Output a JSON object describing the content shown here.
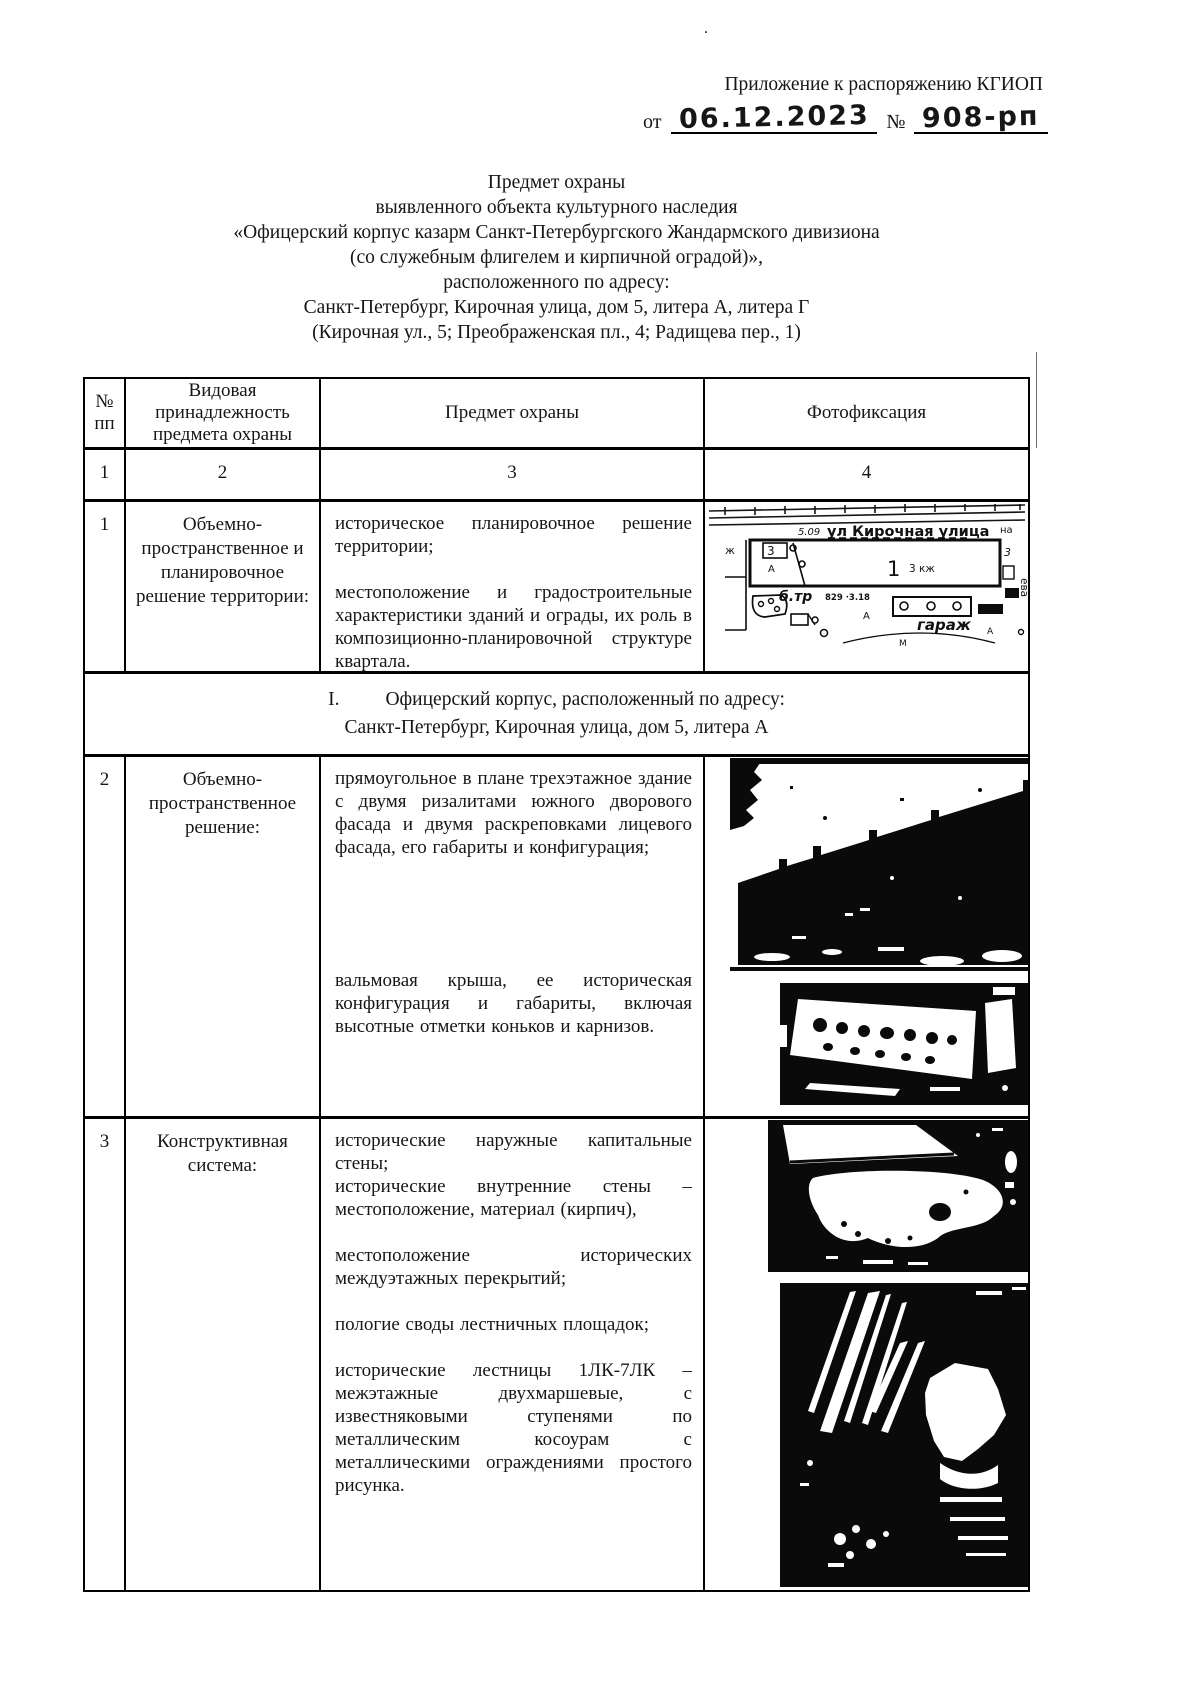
{
  "doc": {
    "appendix_line": "Приложение к распоряжению КГИОП",
    "date_prefix": "от",
    "date_value": "06.12.2023",
    "number_sign": "№",
    "number_value": "908-рп",
    "stray_dot": "."
  },
  "title": {
    "lines": [
      "Предмет охраны",
      "выявленного объекта культурного наследия",
      "«Офицерский корпус казарм Санкт-Петербургского Жандармского дивизиона",
      "(со служебным флигелем и кирпичной оградой)»,",
      "расположенного по адресу:",
      "Санкт-Петербург, Кирочная улица, дом 5, литера А, литера Г",
      "(Кирочная ул., 5; Преображенская пл., 4; Радищева пер., 1)"
    ]
  },
  "table": {
    "header": {
      "col_no": "№\nпп",
      "col_type": "Видовая принадлежность предмета охраны",
      "col_subject": "Предмет охраны",
      "col_photo": "Фотофиксация"
    },
    "numbers": [
      "1",
      "2",
      "3",
      "4"
    ],
    "section": {
      "roman": "I.",
      "line1": "Офицерский корпус, расположенный по адресу:",
      "line2": "Санкт-Петербург, Кирочная улица, дом 5, литера А"
    },
    "rows": [
      {
        "num": "1",
        "type": "Объемно-пространственное и планировочное решение территории:",
        "paragraphs": [
          "историческое планировочное решение территории;",
          "местоположение и градостроительные характеристики зданий и ограды, их роль в композиционно-планировочной структуре квартала."
        ]
      },
      {
        "num": "2",
        "type": "Объемно-пространственное решение:",
        "paragraphs": [
          "прямоугольное в плане трехэтажное здание с двумя ризалитами южного дворового фасада и двумя раскреповками лицевого фасада, его габариты и конфигурация;",
          "вальмовая крыша, ее историческая конфигурация и габариты, включая высотные отметки коньков и карнизов."
        ]
      },
      {
        "num": "3",
        "type": "Конструктивная система:",
        "paragraphs": [
          "исторические наружные капитальные стены;",
          "исторические внутренние стены – местоположение, материал (кирпич),",
          "местоположение исторических междуэтажных перекрытий;",
          "пологие своды лестничных площадок;",
          "исторические лестницы 1ЛК-7ЛК – межэтажные двухмаршевые, с известняковыми ступенями по металлическим косоурам с металлическими ограждениями простого рисунка."
        ]
      }
    ]
  },
  "map": {
    "dim": "5.09",
    "street": "ул Кирочная улица",
    "street_right": "на",
    "letter_zh": "ж",
    "wing_no": "3",
    "letter_a": "А",
    "house_no": "1",
    "floors": "3 кж",
    "right_no": "3",
    "substation": "б.тр",
    "substation_nums": "829 ·3.18",
    "letter_a2": "А",
    "garage": "гараж",
    "letter_a3": "А",
    "letter_m": "М",
    "street_vertical": "ева"
  },
  "colors": {
    "ink": "#161616",
    "paper": "#ffffff"
  }
}
